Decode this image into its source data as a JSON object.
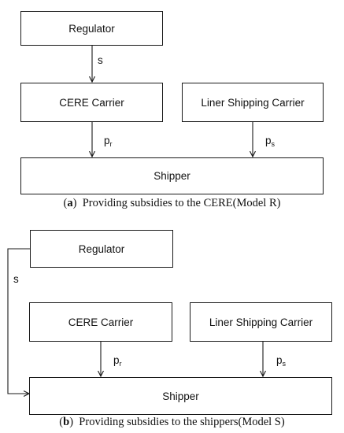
{
  "model_r": {
    "regulator": "Regulator",
    "cere_carrier": "CERE Carrier",
    "liner_carrier": "Liner Shipping Carrier",
    "shipper": "Shipper",
    "subsidy_label": "s",
    "price_r": {
      "base": "p",
      "sub": "r"
    },
    "price_s": {
      "base": "p",
      "sub": "s"
    },
    "caption": {
      "open": "(",
      "letter": "a",
      "close": ")",
      "text": "Providing subsidies to the CERE(Model R)"
    }
  },
  "model_s": {
    "regulator": "Regulator",
    "cere_carrier": "CERE Carrier",
    "liner_carrier": "Liner Shipping Carrier",
    "shipper": "Shipper",
    "subsidy_label": "s",
    "price_r": {
      "base": "p",
      "sub": "r"
    },
    "price_s": {
      "base": "p",
      "sub": "s"
    },
    "caption": {
      "open": "(",
      "letter": "b",
      "close": ")",
      "text": "Providing subsidies to the shippers(Model S)"
    }
  }
}
